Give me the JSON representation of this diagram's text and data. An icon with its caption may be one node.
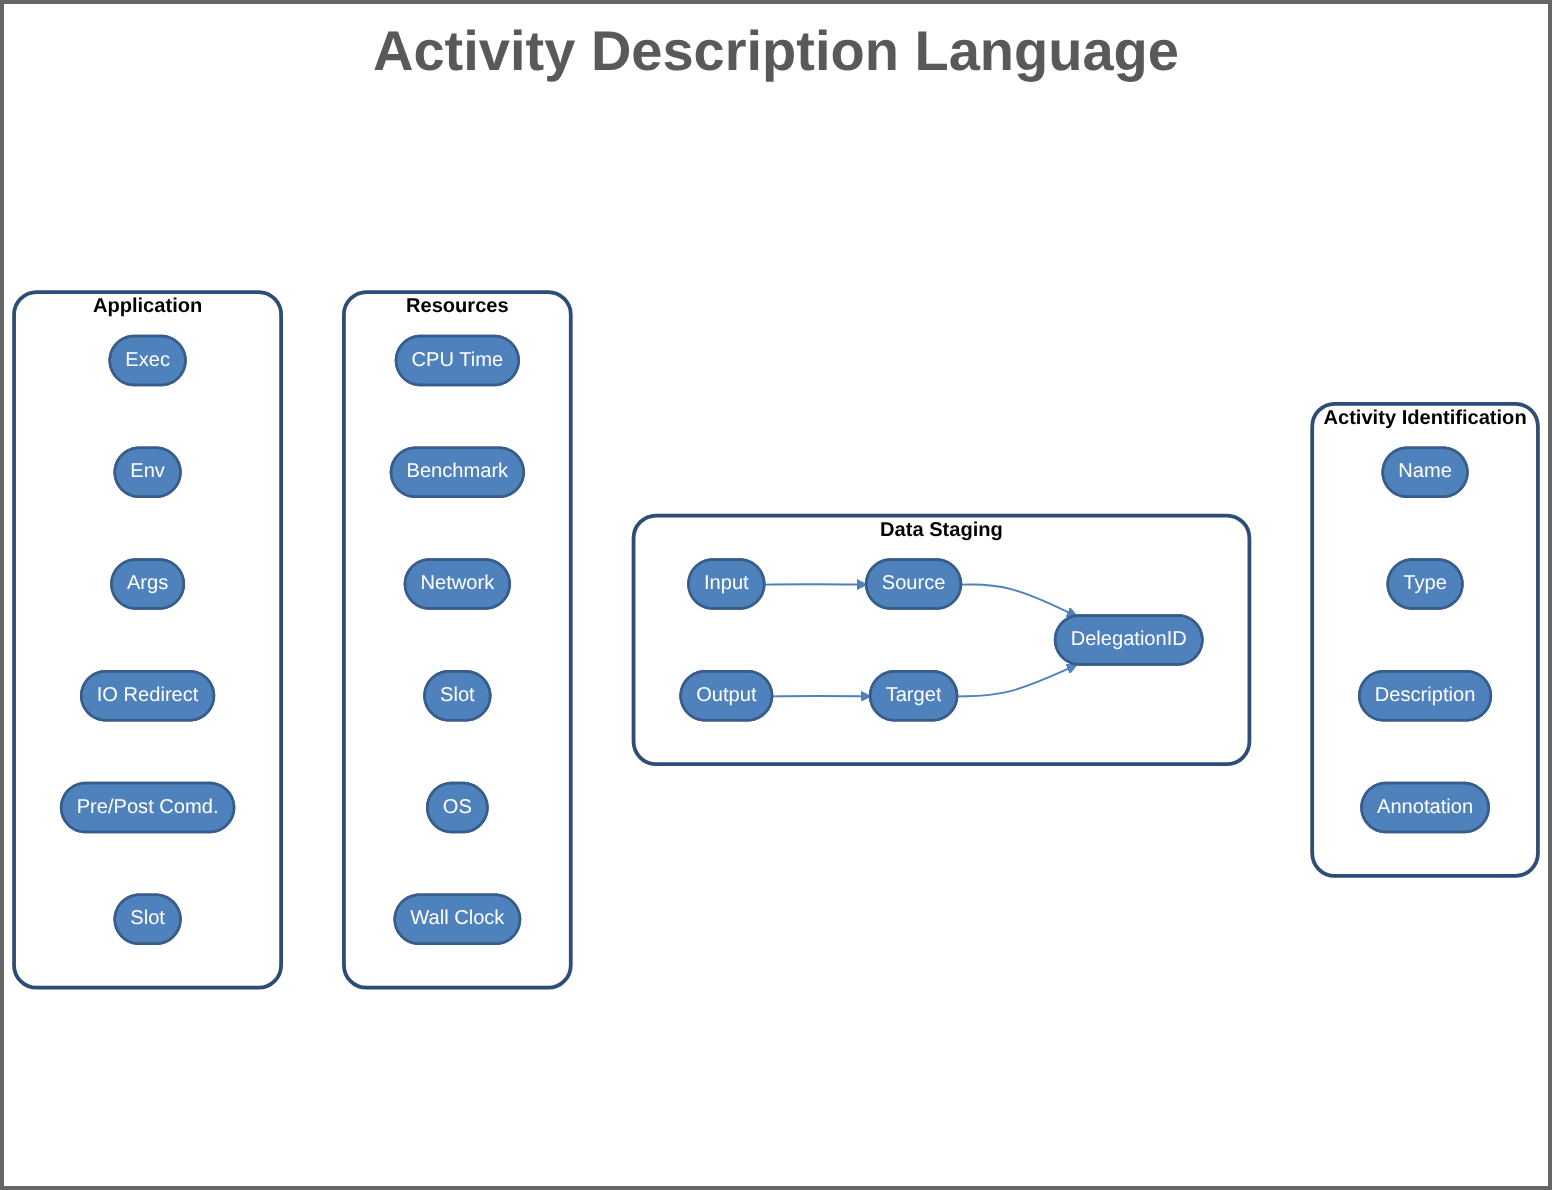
{
  "diagram": {
    "title": "Activity Description Language",
    "nodes": [
      {
        "text": [
          "Activity Identification"
        ]
      },
      {
        "text": [
          "Name"
        ],
        "in": 0
      },
      {
        "text": [
          "Type"
        ],
        "in": 0
      },
      {
        "text": [
          "Description"
        ],
        "in": 0
      },
      {
        "text": [
          "Annotation"
        ],
        "in": 0
      },
      {
        "text": [
          "Data Staging"
        ]
      },
      {
        "text": [
          "Input"
        ],
        "in": 5
      },
      {
        "text": [
          "Output"
        ],
        "in": 5
      },
      {
        "text": [
          "Source"
        ],
        "in": 5
      },
      {
        "text": [
          "Target"
        ],
        "in": 5
      },
      {
        "text": [
          "DelegationID"
        ],
        "in": 5
      },
      {
        "text": [
          "Resources"
        ]
      },
      {
        "text": [
          "CPU Time"
        ],
        "in": 11
      },
      {
        "text": [
          "Benchmark"
        ],
        "in": 11
      },
      {
        "text": [
          "Network"
        ],
        "in": 11
      },
      {
        "text": [
          "Slot"
        ],
        "in": 11
      },
      {
        "text": [
          "OS"
        ],
        "in": 11
      },
      {
        "text": [
          "Wall Clock"
        ],
        "in": 11
      },
      {
        "text": [
          "Application"
        ]
      },
      {
        "text": [
          "Exec"
        ],
        "in": 18
      },
      {
        "text": [
          "Env"
        ],
        "in": 18
      },
      {
        "text": [
          "Args"
        ],
        "in": 18
      },
      {
        "text": [
          "IO Redirect"
        ],
        "in": 18
      },
      {
        "text": [
          "Pre/Post Comd."
        ],
        "in": 18
      },
      {
        "text": [
          "Slot"
        ],
        "in": 18
      }
    ],
    "edges": [
      {
        "from": 6,
        "to": 8,
        "arrow": "to"
      },
      {
        "from": 7,
        "to": 9,
        "arrow": "to"
      },
      {
        "from": 8,
        "to": 10,
        "arrow": "to"
      },
      {
        "from": 9,
        "to": 10,
        "arrow": "to"
      }
    ]
  }
}
